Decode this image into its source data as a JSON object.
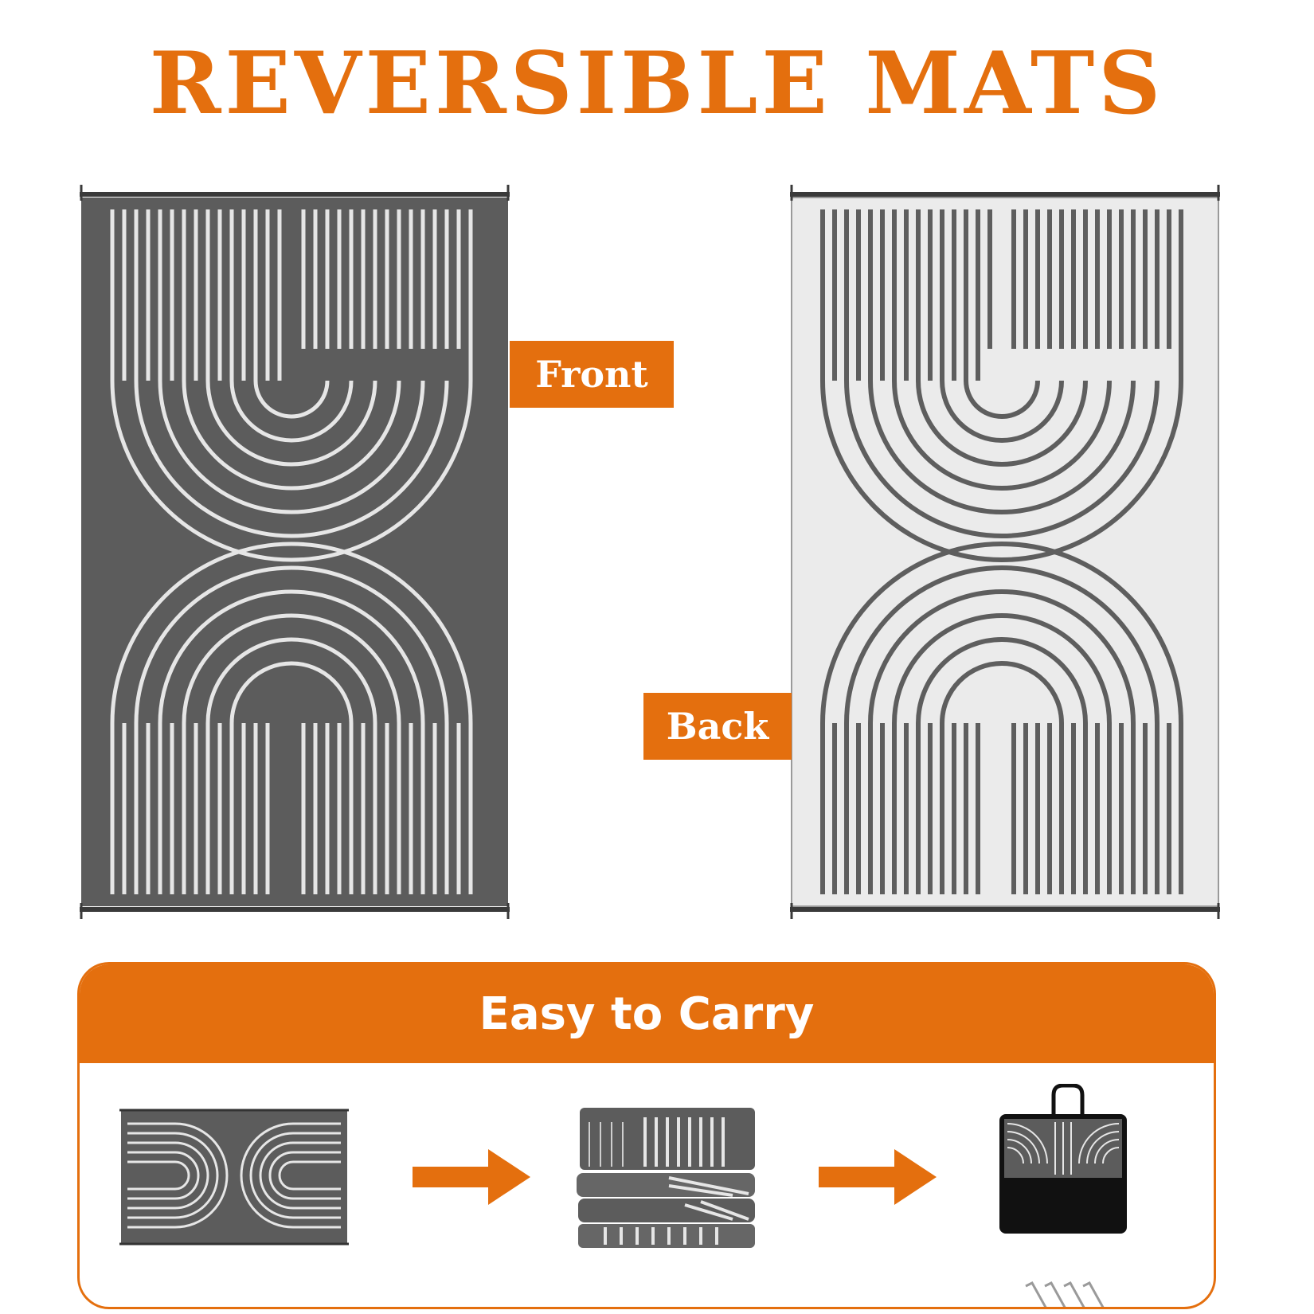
{
  "title": "REVERSIBLE MATS",
  "labels": {
    "front": "Front",
    "back": "Back"
  },
  "carry": {
    "heading": "Easy to Carry"
  },
  "colors": {
    "accent": "#e46f0e",
    "dark": "#5a5a5a",
    "light": "#e9e9e9"
  },
  "icons": [
    "right-arrow-icon",
    "bag-icon",
    "ground-stake-icon"
  ]
}
